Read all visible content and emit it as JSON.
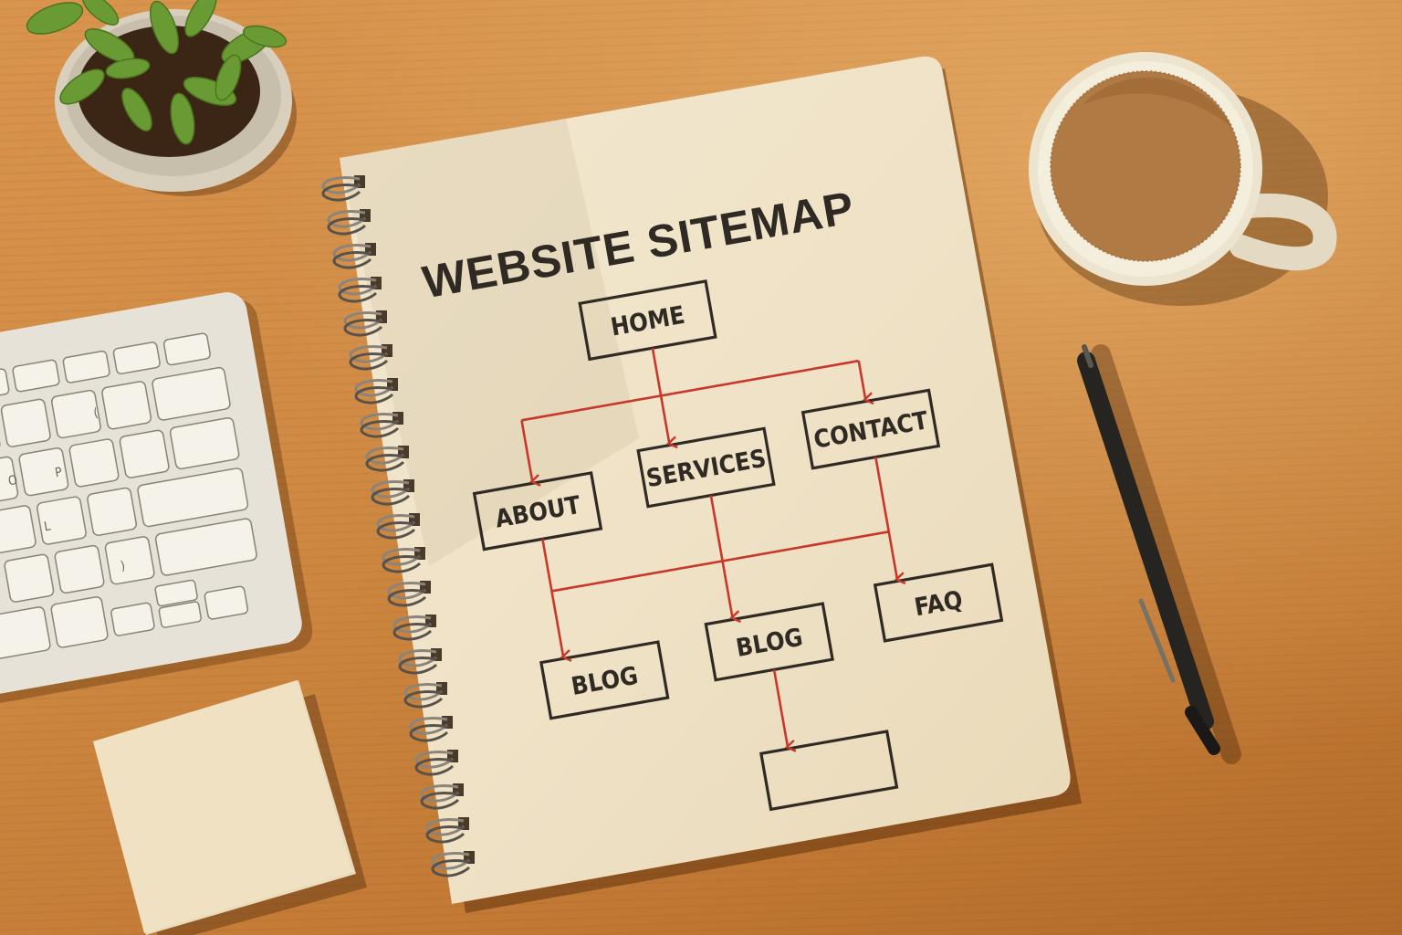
{
  "scene": {
    "description": "Top-down photo of a wooden desk with a spiral notebook showing a hand-drawn website sitemap",
    "colors": {
      "desk": "#cf8a43",
      "paper": "#efe3c8",
      "ink": "#2f2a24",
      "arrow_red": "#c8372a",
      "coffee": "#b07a45",
      "mug": "#ece4cf",
      "plant": "#5f8f2e",
      "pen": "#222222",
      "sticky_note": "#efe1c2",
      "keyboard": "#e9e5dc"
    }
  },
  "notebook": {
    "title": "WEBSITE SITEMAP",
    "nodes": {
      "home": "HOME",
      "about": "ABOUT",
      "services": "SERVICES",
      "contact": "CONTACT",
      "blog_left": "BLOG",
      "blog_center": "BLOG",
      "faq": "FAQ",
      "empty": ""
    },
    "edges": [
      [
        "HOME",
        "ABOUT"
      ],
      [
        "HOME",
        "SERVICES"
      ],
      [
        "HOME",
        "CONTACT"
      ],
      [
        "ABOUT",
        "BLOG"
      ],
      [
        "SERVICES",
        "BLOG"
      ],
      [
        "CONTACT",
        "FAQ"
      ],
      [
        "BLOG",
        "(empty box)"
      ]
    ]
  },
  "objects": [
    "potted-plant",
    "keyboard",
    "coffee-mug",
    "pen",
    "sticky-note-pad",
    "spiral-notebook"
  ]
}
